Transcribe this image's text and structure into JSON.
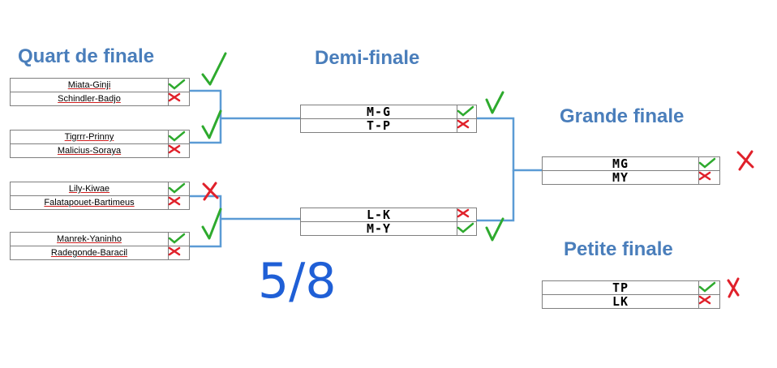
{
  "titles": {
    "quarter": "Quart de finale",
    "semi": "Demi-finale",
    "final": "Grande finale",
    "small_final": "Petite finale"
  },
  "quarter_finals": [
    {
      "top": "Miata-Ginji",
      "bottom": "Schindler-Badjo",
      "top_mark": "check",
      "bottom_mark": "cross",
      "handwritten_mark": "check"
    },
    {
      "top": "Tigrrr-Prinny",
      "bottom": "Malicius-Soraya",
      "top_mark": "check",
      "bottom_mark": "cross",
      "handwritten_mark": "check"
    },
    {
      "top": "Lily-Kiwae",
      "bottom": "Falatapouet-Bartimeus",
      "top_mark": "check",
      "bottom_mark": "cross",
      "handwritten_mark": "cross"
    },
    {
      "top": "Manrek-Yaninho",
      "bottom": "Radegonde-Baracil",
      "top_mark": "check",
      "bottom_mark": "cross",
      "handwritten_mark": "check"
    }
  ],
  "semi_finals": [
    {
      "top": "M-G",
      "bottom": "T-P",
      "top_mark": "check",
      "bottom_mark": "cross",
      "handwritten_mark": "check"
    },
    {
      "top": "L-K",
      "bottom": "M-Y",
      "top_mark": "cross",
      "bottom_mark": "check",
      "handwritten_mark": "check"
    }
  ],
  "final": {
    "top": "MG",
    "bottom": "MY",
    "top_mark": "check",
    "bottom_mark": "cross",
    "handwritten_mark": "cross"
  },
  "small_final": {
    "top": "TP",
    "bottom": "LK",
    "top_mark": "check",
    "bottom_mark": "cross",
    "handwritten_mark": "cross"
  },
  "score": "5/8",
  "colors": {
    "title": "#4a7ebb",
    "line": "#5b9bd5",
    "check": "#2eaa2e",
    "cross": "#e0202a",
    "score": "#1f5fd6"
  }
}
